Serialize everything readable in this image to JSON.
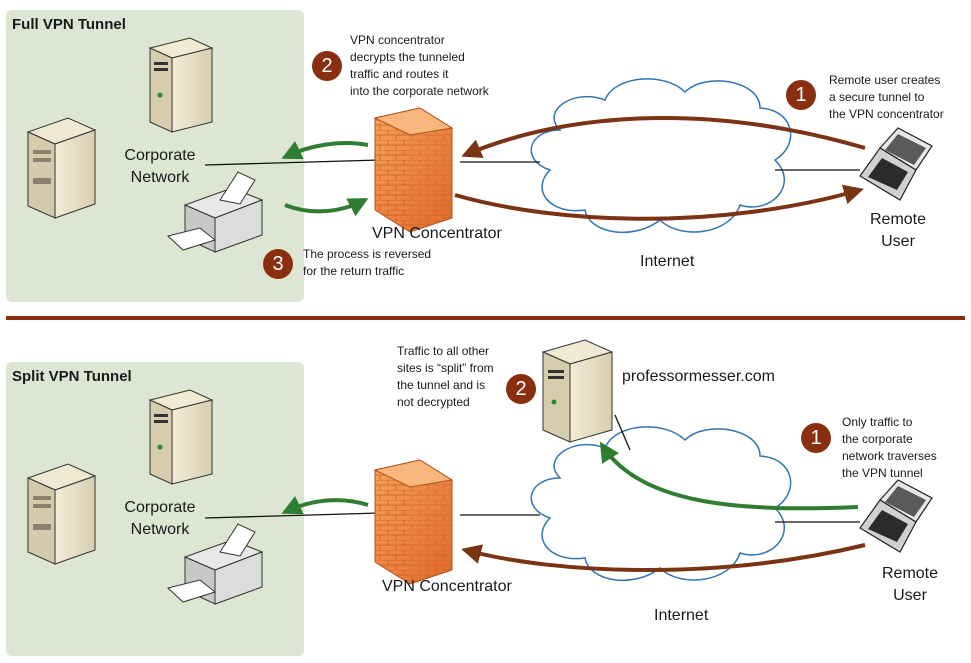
{
  "full": {
    "title": "Full VPN Tunnel",
    "corporate_network": "Corporate\nNetwork",
    "vpn_concentrator": "VPN Concentrator",
    "internet": "Internet",
    "remote_user": "Remote\nUser",
    "steps": [
      {
        "number": "1",
        "text": "Remote user creates\na secure tunnel to\nthe VPN concentrator"
      },
      {
        "number": "2",
        "text": "VPN concentrator\ndecrypts the tunneled\ntraffic and routes it\ninto the corporate network"
      },
      {
        "number": "3",
        "text": "The process is reversed\nfor the return traffic"
      }
    ]
  },
  "split": {
    "title": "Split VPN Tunnel",
    "corporate_network": "Corporate\nNetwork",
    "vpn_concentrator": "VPN Concentrator",
    "internet": "Internet",
    "remote_user": "Remote\nUser",
    "website": "professormesser.com",
    "steps": [
      {
        "number": "1",
        "text": "Only traffic to\nthe corporate\nnetwork traverses\nthe VPN tunnel"
      },
      {
        "number": "2",
        "text": "Traffic to all other\nsites is “split” from\nthe tunnel and is\nnot decrypted"
      }
    ]
  },
  "colors": {
    "panel": "#dde6d3",
    "badge": "#8a2e10",
    "tunnel_arrow": "#7a3414",
    "green_arrow": "#2f7d32",
    "firewall": "#f08a3c"
  },
  "icons": [
    "server-icon",
    "rack-server-icon",
    "printer-icon",
    "firewall-icon",
    "cloud-icon",
    "laptop-icon",
    "web-server-icon"
  ]
}
